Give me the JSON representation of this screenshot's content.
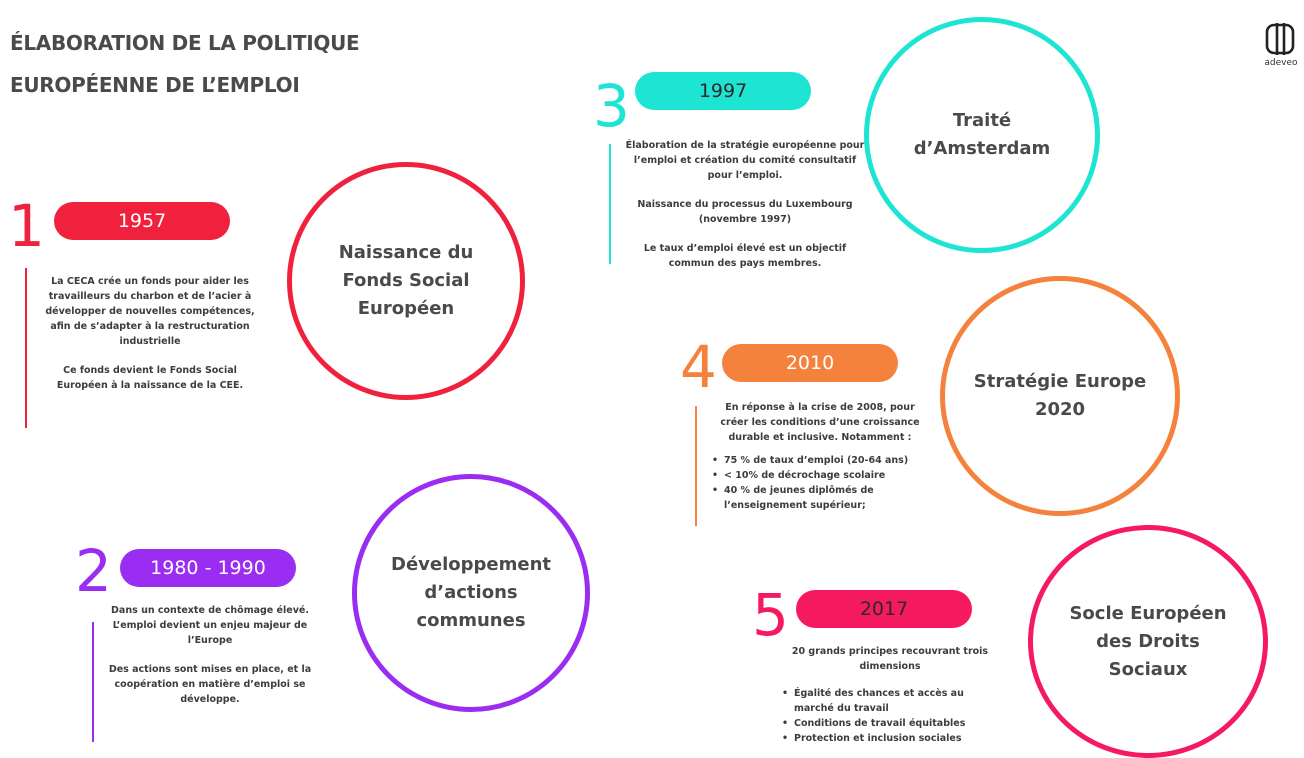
{
  "title": {
    "line1": "ÉLABORATION DE LA POLITIQUE",
    "line2": "EUROPÉENNE DE L’EMPLOI"
  },
  "logo": {
    "icon": "adeveo-logo-icon",
    "text": "adeveo"
  },
  "colors": {
    "red": "#f0213d",
    "purple": "#9b2cf2",
    "cyan": "#1ee5d3",
    "orange": "#f4823c",
    "pink": "#f51a5f"
  },
  "milestones": [
    {
      "number": "1",
      "year": "1957",
      "paragraphs": [
        "La CECA crée un fonds pour aider les travailleurs du charbon et de l’acier à développer de nouvelles compétences, afin de s’adapter à la restructuration industrielle",
        "Ce fonds devient le Fonds Social Européen à la naissance de la CEE."
      ],
      "circle": "Naissance du\nFonds Social\nEuropéen"
    },
    {
      "number": "2",
      "year": "1980 - 1990",
      "paragraphs": [
        "Dans un contexte de chômage élevé. L’emploi devient un enjeu majeur de l’Europe",
        "Des actions sont mises en place, et la coopération en matière d’emploi se développe."
      ],
      "circle": "Développement\nd’actions\ncommunes"
    },
    {
      "number": "3",
      "year": "1997",
      "paragraphs": [
        "Élaboration de la stratégie européenne pour l’emploi et création du comité consultatif pour l’emploi.",
        "Naissance du processus du Luxembourg (novembre 1997)",
        "Le taux d’emploi élevé est un objectif commun des pays membres."
      ],
      "circle": "Traité\nd’Amsterdam"
    },
    {
      "number": "4",
      "year": "2010",
      "paragraphs": [
        "En réponse à la crise de 2008, pour créer les conditions d’une croissance durable et inclusive.  Notamment :"
      ],
      "bullets": [
        "75 % de taux d’emploi (20-64 ans)",
        "< 10% de décrochage scolaire",
        "40 % de jeunes diplômés de l’enseignement supérieur;"
      ],
      "circle": "Stratégie Europe\n2020"
    },
    {
      "number": "5",
      "year": "2017",
      "paragraphs": [
        "20 grands principes recouvrant trois dimensions"
      ],
      "bullets": [
        "Égalité des chances et accès au marché du travail",
        "Conditions de travail équitables",
        "Protection et inclusion sociales"
      ],
      "circle": "Socle Européen\ndes Droits\nSociaux"
    }
  ]
}
